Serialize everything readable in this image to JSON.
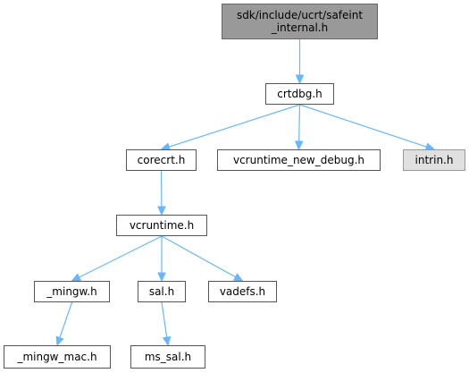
{
  "nodes": {
    "root": {
      "line1": "sdk/include/ucrt/safeint",
      "line2": "_internal.h"
    },
    "crtdbg": {
      "label": "crtdbg.h"
    },
    "corecrt": {
      "label": "corecrt.h"
    },
    "newdebug": {
      "label": "vcruntime_new_debug.h"
    },
    "intrin": {
      "label": "intrin.h"
    },
    "vcruntime": {
      "label": "vcruntime.h"
    },
    "mingw": {
      "label": "_mingw.h"
    },
    "sal": {
      "label": "sal.h"
    },
    "vadefs": {
      "label": "vadefs.h"
    },
    "mingw_mac": {
      "label": "_mingw_mac.h"
    },
    "ms_sal": {
      "label": "ms_sal.h"
    }
  },
  "edges": [
    {
      "from": "root",
      "to": "crtdbg"
    },
    {
      "from": "crtdbg",
      "to": "corecrt"
    },
    {
      "from": "crtdbg",
      "to": "newdebug"
    },
    {
      "from": "crtdbg",
      "to": "intrin"
    },
    {
      "from": "corecrt",
      "to": "vcruntime"
    },
    {
      "from": "vcruntime",
      "to": "mingw"
    },
    {
      "from": "vcruntime",
      "to": "sal"
    },
    {
      "from": "vcruntime",
      "to": "vadefs"
    },
    {
      "from": "mingw",
      "to": "mingw_mac"
    },
    {
      "from": "sal",
      "to": "ms_sal"
    }
  ],
  "colors": {
    "edge": "#63b8ff",
    "root_fill": "#999999",
    "external_fill": "#e0e0e0"
  }
}
